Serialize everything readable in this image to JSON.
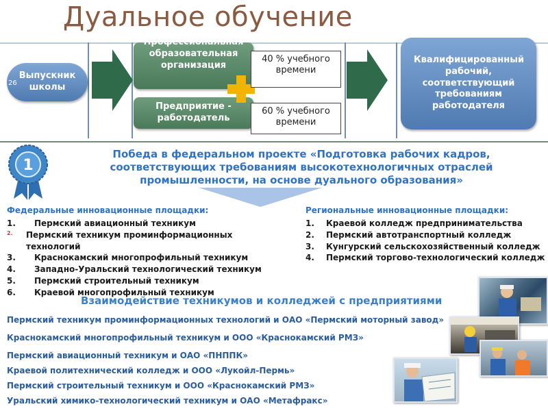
{
  "title": "Дуальное обучение",
  "slide_number": "26",
  "flow": {
    "graduates": "Выпускник школы",
    "professional_org": "Профессиональная образовательная организация",
    "enterprise": "Предприятие - работодатель",
    "pct_top": "40 % учебного времени",
    "pct_bottom": "60 % учебного времени",
    "result": "Квалифицированный рабочий, соответствующий требованиям работодателя"
  },
  "headline": "Победа в федеральном проекте «Подготовка рабочих кадров, соответствующих требованиям высокотехнологичных отраслей промышленности, на основе дуального образования»",
  "federal": {
    "title": "Федеральные инновационные площадки:",
    "items": [
      {
        "n": "1.",
        "text": "Пермский авиационный техникум"
      },
      {
        "n": "2.",
        "text": "Пермский техникум проминформационных технологий"
      },
      {
        "n": "3.",
        "text": "Краснокамский многопрофильный техникум"
      },
      {
        "n": "4.",
        "text": "Западно-Уральский технологический техникум"
      },
      {
        "n": "5.",
        "text": "Пермский строительный техникум"
      },
      {
        "n": "6.",
        "text": "Краевой многопрофильный техникум"
      }
    ]
  },
  "regional": {
    "title": "Региональные инновационные площадки:",
    "items": [
      {
        "n": "1.",
        "text": "Краевой колледж предпринимательства"
      },
      {
        "n": "2.",
        "text": "Пермский автотранспортный колледж"
      },
      {
        "n": "3.",
        "text": "Кунгурский сельскохозяйственный колледж"
      },
      {
        "n": "4.",
        "text": "Пермский торгово-технологический колледж"
      }
    ]
  },
  "cooperation": {
    "title": "Взаимодействие техникумов и колледжей с предприятиями",
    "items": [
      "Пермский техникум проминформационных технологий и ОАО «Пермский моторный завод»",
      "Краснокамский многопрофильный техникум и ООО «Краснокамский РМЗ»",
      "Пермский авиационный техникум и ОАО «ПНППК»",
      "Краевой политехнический колледж и ООО «Лукойл-Пермь»",
      "Пермский строительный техникум и ООО «Краснокамский РМЗ»",
      "Уральский химико-технологический техникум и ОАО «Метафракс»"
    ]
  },
  "colors": {
    "blue_text": "#2f73c2",
    "green_box": "#5a8a6a",
    "arrow": "#2f6a4a",
    "title": "#8a5a42",
    "plus": "#f2b400"
  }
}
